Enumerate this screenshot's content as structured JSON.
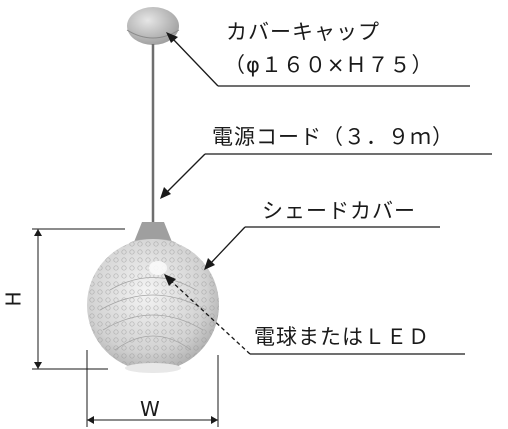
{
  "labels": {
    "cover_cap": "カバーキャップ",
    "cover_cap_size": "（φ１６０×Ｈ７５）",
    "power_cord": "電源コード（３．９ｍ）",
    "shade_cover": "シェードカバー",
    "bulb": "電球またはＬＥＤ",
    "height": "H",
    "width": "W"
  },
  "colors": {
    "line": "#1a1a1a",
    "cap": "#b9b9b9",
    "shade": "#d9d9d9"
  }
}
